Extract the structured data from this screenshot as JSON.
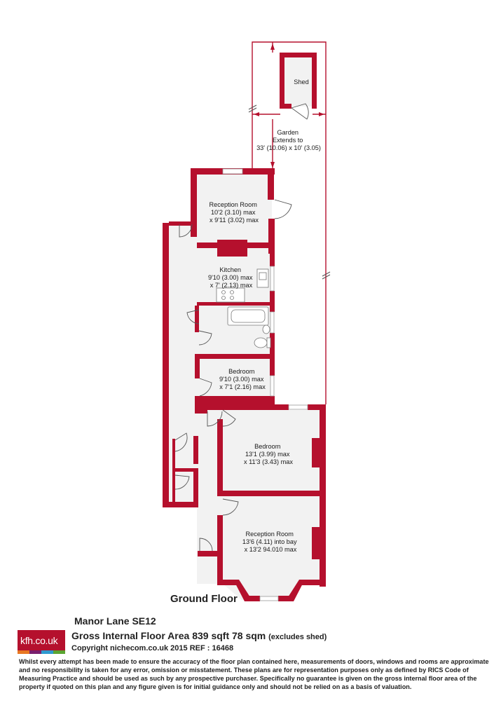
{
  "plan": {
    "floor_name": "Ground Floor",
    "wall_color": "#b5102d",
    "floor_color": "#f2f2f2",
    "rooms": [
      {
        "id": "shed",
        "lines": [
          "Shed"
        ]
      },
      {
        "id": "garden",
        "lines": [
          "Garden",
          "Extends to",
          "33' (10.06) x 10' (3.05)"
        ]
      },
      {
        "id": "reception-rear",
        "lines": [
          "Reception Room",
          "10'2 (3.10) max",
          "x 9'11 (3.02) max"
        ]
      },
      {
        "id": "kitchen",
        "lines": [
          "Kitchen",
          "9'10 (3.00) max",
          "x 7' (2.13) max"
        ]
      },
      {
        "id": "bedroom-small",
        "lines": [
          "Bedroom",
          "9'10 (3.00) max",
          "x 7'1 (2.16) max"
        ]
      },
      {
        "id": "bedroom-main",
        "lines": [
          "Bedroom",
          "13'1 (3.99) max",
          "x 11'3 (3.43) max"
        ]
      },
      {
        "id": "reception-front",
        "lines": [
          "Reception Room",
          "13'6 (4.11) into bay",
          "x 13'2 94.010 max"
        ]
      }
    ]
  },
  "footer": {
    "address": "Manor Lane  SE12",
    "area_main": "Gross Internal Floor Area 839 sqft 78 sqm",
    "area_note": "(excludes shed)",
    "copyright": "Copyright nichecom.co.uk 2015 REF : 16468",
    "disclaimer": "Whilst every attempt has been made to ensure the accuracy of the floor plan contained here, measurements of doors, windows and rooms are approximate and no responsibility is taken for any error, omission or misstatement.  These plans are for representation purposes only as defined by RICS Code of Measuring Practice and should be used as such by any prospective purchaser.  Specifically no guarantee is given on the gross internal floor area of the property if quoted on this plan and any figure given is for initial guidance only and should not be relied on as a basis of valuation."
  },
  "logo": {
    "text": "kfh.co.uk",
    "background": "#b5102d",
    "stripe_colors": [
      "#e87722",
      "#7a1f6e",
      "#2e9ad0",
      "#5aa532"
    ]
  }
}
